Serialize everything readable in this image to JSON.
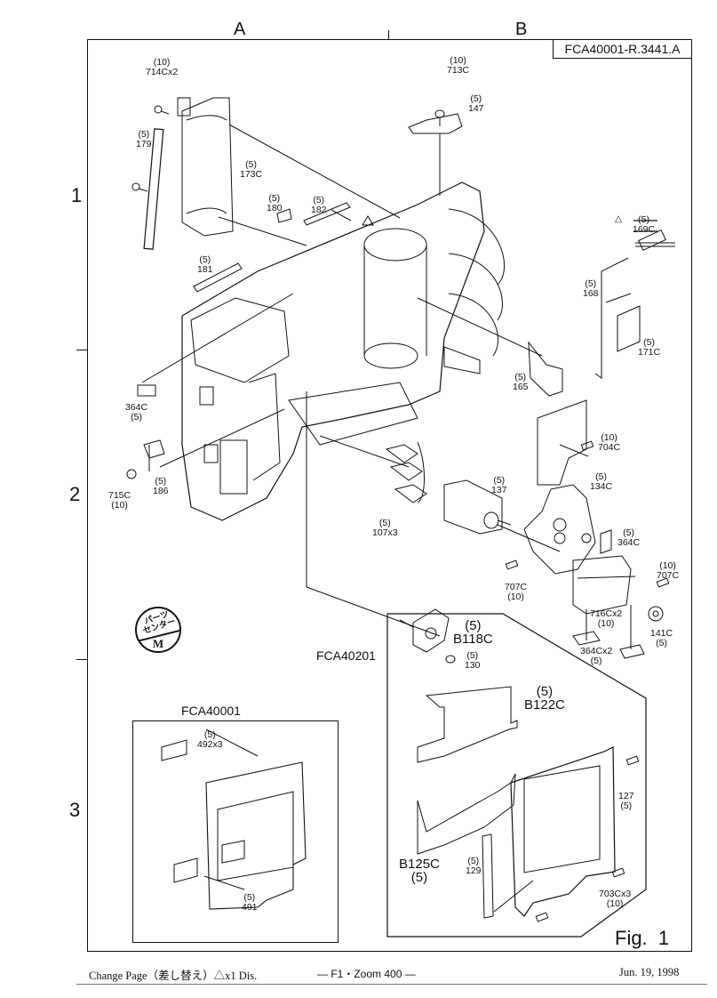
{
  "document": {
    "doc_id": "FCA40001-R.3441.A",
    "figure_label": "Fig.  1",
    "columns": [
      "A",
      "B"
    ],
    "rows": [
      "1",
      "2",
      "3"
    ],
    "stamp": {
      "top_text": "パーツ\nセンター",
      "bottom_text": "M"
    }
  },
  "footer": {
    "left": "Change Page（差し替え）△x1 Dis.",
    "center": "— F1・Zoom 400 —",
    "right": "Jun. 19, 1998"
  },
  "assemblies": {
    "sub_a": {
      "title": "FCA40001"
    },
    "sub_b": {
      "title": "FCA40201"
    }
  },
  "parts": [
    {
      "id": "714C",
      "text": "(10)\n714Cx2"
    },
    {
      "id": "713C",
      "text": "(10)\n713C"
    },
    {
      "id": "147",
      "text": "(5)\n147"
    },
    {
      "id": "179",
      "text": "(5)\n179"
    },
    {
      "id": "173C",
      "text": "(5)\n173C"
    },
    {
      "id": "180",
      "text": "(5)\n180"
    },
    {
      "id": "182",
      "text": "(5)\n182"
    },
    {
      "id": "181",
      "text": "(5)\n181"
    },
    {
      "id": "169C",
      "text": "(5)\n169C",
      "struck": true,
      "marker": "△"
    },
    {
      "id": "168",
      "text": "(5)\n168"
    },
    {
      "id": "171C",
      "text": "(5)\n171C"
    },
    {
      "id": "165",
      "text": "(5)\n165"
    },
    {
      "id": "364C-a",
      "text": "364C\n(5)"
    },
    {
      "id": "715C",
      "text": "715C\n(10)"
    },
    {
      "id": "186",
      "text": "(5)\n186"
    },
    {
      "id": "704C",
      "text": "(10)\n704C"
    },
    {
      "id": "134C",
      "text": "(5)\n134C"
    },
    {
      "id": "137",
      "text": "(5)\n137"
    },
    {
      "id": "107",
      "text": "(5)\n107x3"
    },
    {
      "id": "364C-b",
      "text": "(5)\n364C"
    },
    {
      "id": "707C-a",
      "text": "(10)\n707C"
    },
    {
      "id": "707C-b",
      "text": "707C\n(10)"
    },
    {
      "id": "716C",
      "text": "716Cx2\n(10)"
    },
    {
      "id": "141C",
      "text": "141C\n(5)"
    },
    {
      "id": "364Cx2",
      "text": "364Cx2\n(5)"
    },
    {
      "id": "B118C",
      "text": "(5)\nB118C"
    },
    {
      "id": "130",
      "text": "(5)\n130"
    },
    {
      "id": "B122C",
      "text": "(5)\nB122C"
    },
    {
      "id": "127",
      "text": "127\n(5)"
    },
    {
      "id": "B125C",
      "text": "B125C\n(5)"
    },
    {
      "id": "129",
      "text": "(5)\n129"
    },
    {
      "id": "703C",
      "text": "703Cx3\n(10)"
    },
    {
      "id": "492",
      "text": "(5)\n492x3"
    },
    {
      "id": "491",
      "text": "(5)\n491"
    }
  ]
}
